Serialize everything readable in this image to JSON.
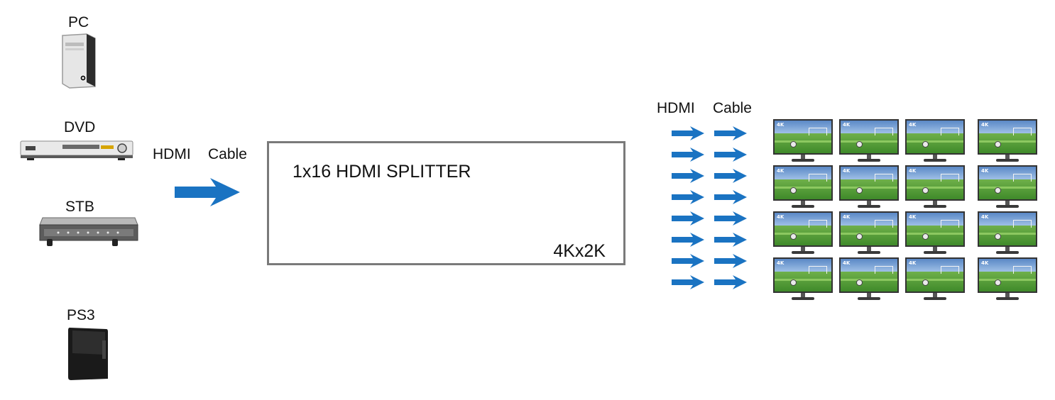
{
  "sources": {
    "pc": "PC",
    "dvd": "DVD",
    "stb": "STB",
    "ps3": "PS3"
  },
  "input_cable": {
    "hdmi": "HDMI",
    "cable": "Cable"
  },
  "output_cable": {
    "hdmi": "HDMI",
    "cable": "Cable"
  },
  "splitter": {
    "title": "1x16 HDMI SPLITTER",
    "resolution": "4Kx2K"
  },
  "tv_badge": "4K",
  "colors": {
    "arrow": "#1a73c2",
    "box_border": "#7a7a7a"
  }
}
